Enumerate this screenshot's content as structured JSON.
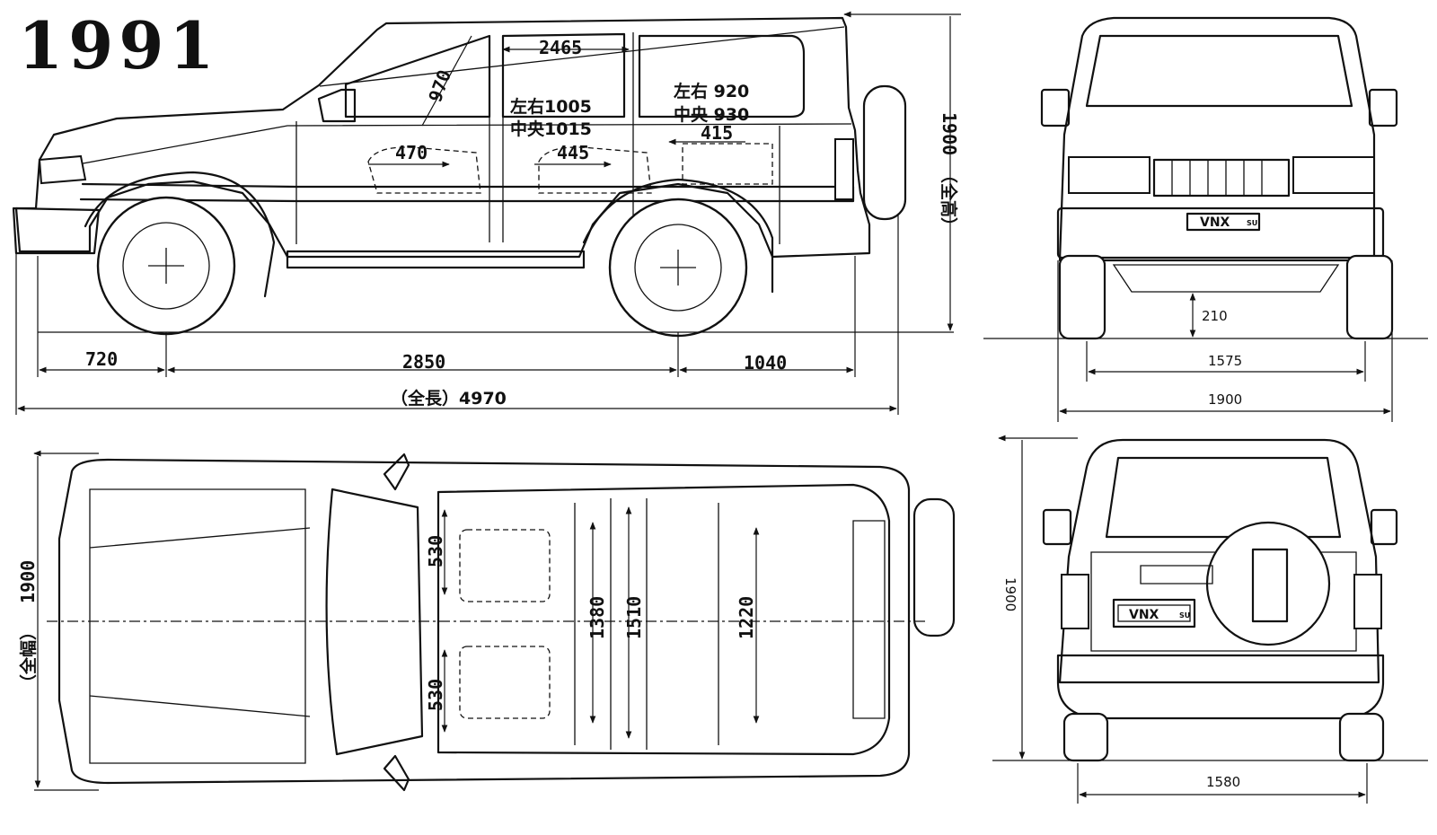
{
  "year_label": "1991",
  "side_view": {
    "overall_length": "（全長）4970",
    "front_overhang": "720",
    "wheelbase": "2850",
    "rear_overhang": "1040",
    "overall_height": "1900",
    "overall_height_label": "（全高）",
    "interior_length": "2465",
    "headroom": "970",
    "front_seat_width_lr": "左右1005",
    "front_seat_width_center": "中央1015",
    "rear_seat_width_lr": "左右 920",
    "rear_seat_width_center": "中央 930",
    "front_seat_height": "470",
    "rear_seat_height": "445",
    "rear_dim": "415"
  },
  "front_view": {
    "ground_clearance": "210",
    "front_track": "1575",
    "overall_width": "1900",
    "plate_text": "VNX",
    "plate_badge": "SU"
  },
  "top_view": {
    "overall_width": "1900",
    "overall_width_label": "（全幅）",
    "front_seat_gap_top": "530",
    "front_seat_gap_bottom": "530",
    "interior_width_front": "1380",
    "interior_width_mid": "1510",
    "interior_width_rear": "1220"
  },
  "rear_view": {
    "overall_height": "1900",
    "rear_track": "1580",
    "plate_text": "VNX",
    "plate_badge": "SU"
  }
}
